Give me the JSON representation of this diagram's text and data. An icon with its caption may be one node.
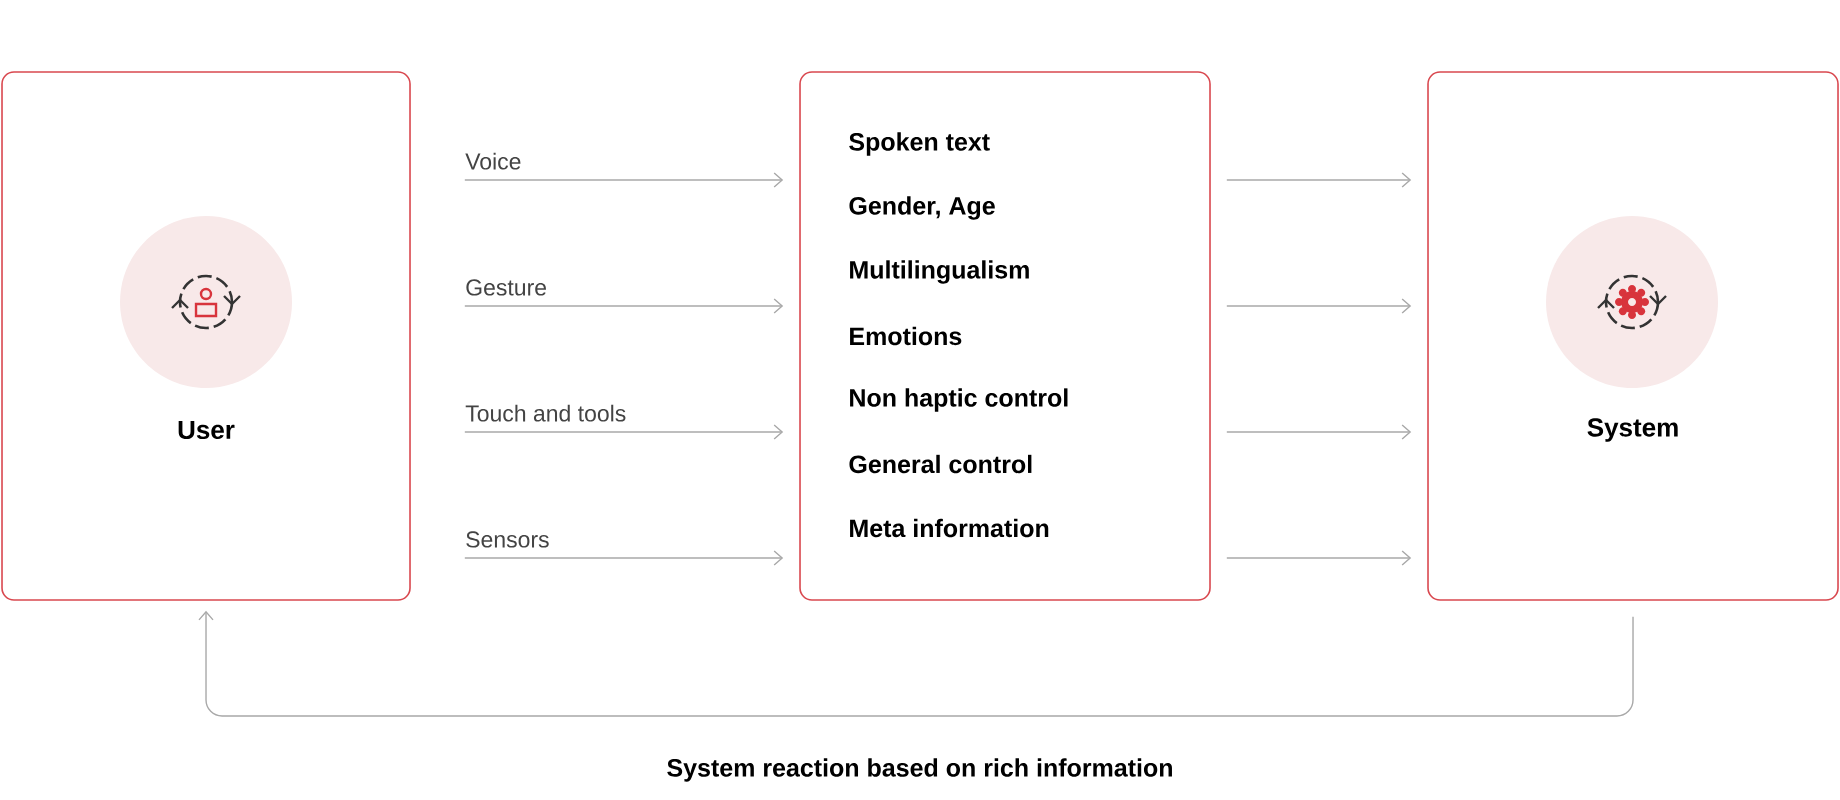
{
  "diagram": {
    "nodes": [
      {
        "text": [
          "User"
        ]
      },
      {
        "text": [
          "Spoken text",
          "Gender, Age",
          "Multilingualism",
          "Emotions",
          "Non haptic control",
          "General control",
          "Meta information"
        ]
      },
      {
        "text": [
          "System"
        ]
      }
    ],
    "edges": [
      {
        "from": 0,
        "to": 1,
        "arrow": "to",
        "label": "Voice"
      },
      {
        "from": 0,
        "to": 1,
        "arrow": "to",
        "label": "Gesture"
      },
      {
        "from": 0,
        "to": 1,
        "arrow": "to",
        "label": "Touch and tools"
      },
      {
        "from": 0,
        "to": 1,
        "arrow": "to",
        "label": "Sensors"
      },
      {
        "from": 1,
        "to": 2,
        "arrow": "to"
      },
      {
        "from": 1,
        "to": 2,
        "arrow": "to"
      },
      {
        "from": 1,
        "to": 2,
        "arrow": "to"
      },
      {
        "from": 1,
        "to": 2,
        "arrow": "to"
      },
      {
        "from": 2,
        "to": 0,
        "arrow": "to",
        "label": "System reaction based on rich information"
      }
    ]
  }
}
